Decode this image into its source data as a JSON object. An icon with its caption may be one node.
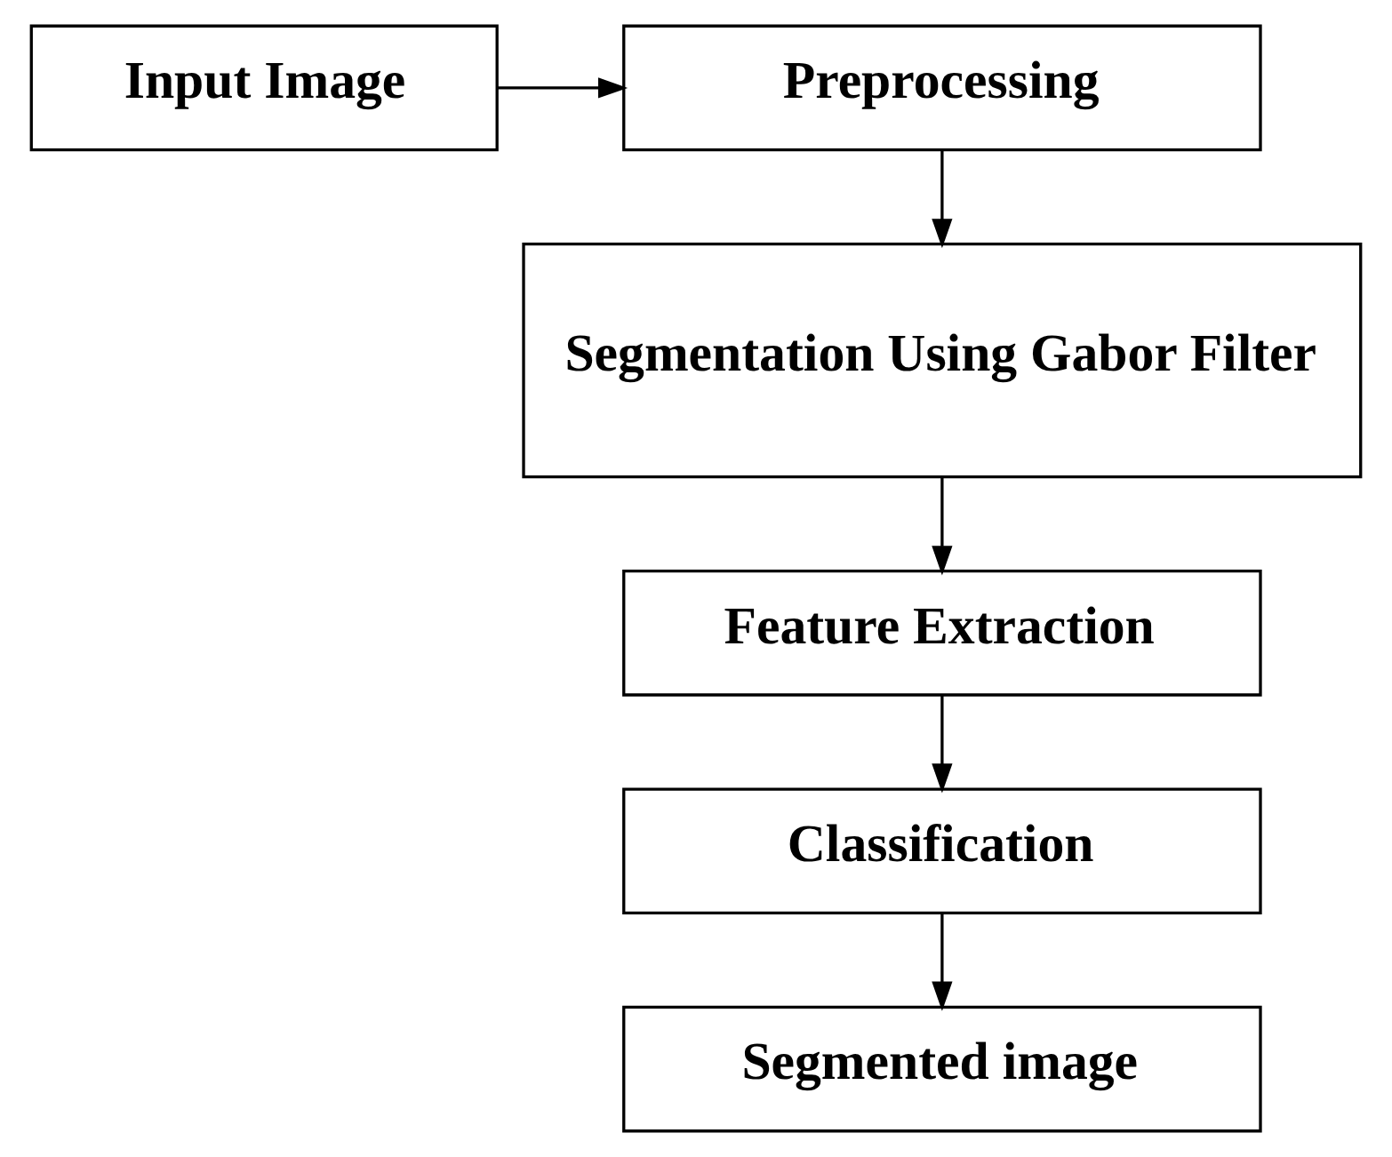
{
  "diagram": {
    "nodes": [
      {
        "text": [
          "Input Image"
        ]
      },
      {
        "text": [
          "Preprocessing"
        ]
      },
      {
        "text": [
          "Segmentation Using Gabor Filter"
        ]
      },
      {
        "text": [
          "Feature Extraction"
        ]
      },
      {
        "text": [
          "Classification"
        ]
      },
      {
        "text": [
          "Segmented image"
        ]
      }
    ],
    "edges": [
      {
        "from": 0,
        "to": 1,
        "arrow": "to"
      },
      {
        "from": 1,
        "to": 2,
        "arrow": "to"
      },
      {
        "from": 2,
        "to": 3,
        "arrow": "to"
      },
      {
        "from": 3,
        "to": 4,
        "arrow": "to"
      },
      {
        "from": 4,
        "to": 5,
        "arrow": "to"
      }
    ]
  }
}
